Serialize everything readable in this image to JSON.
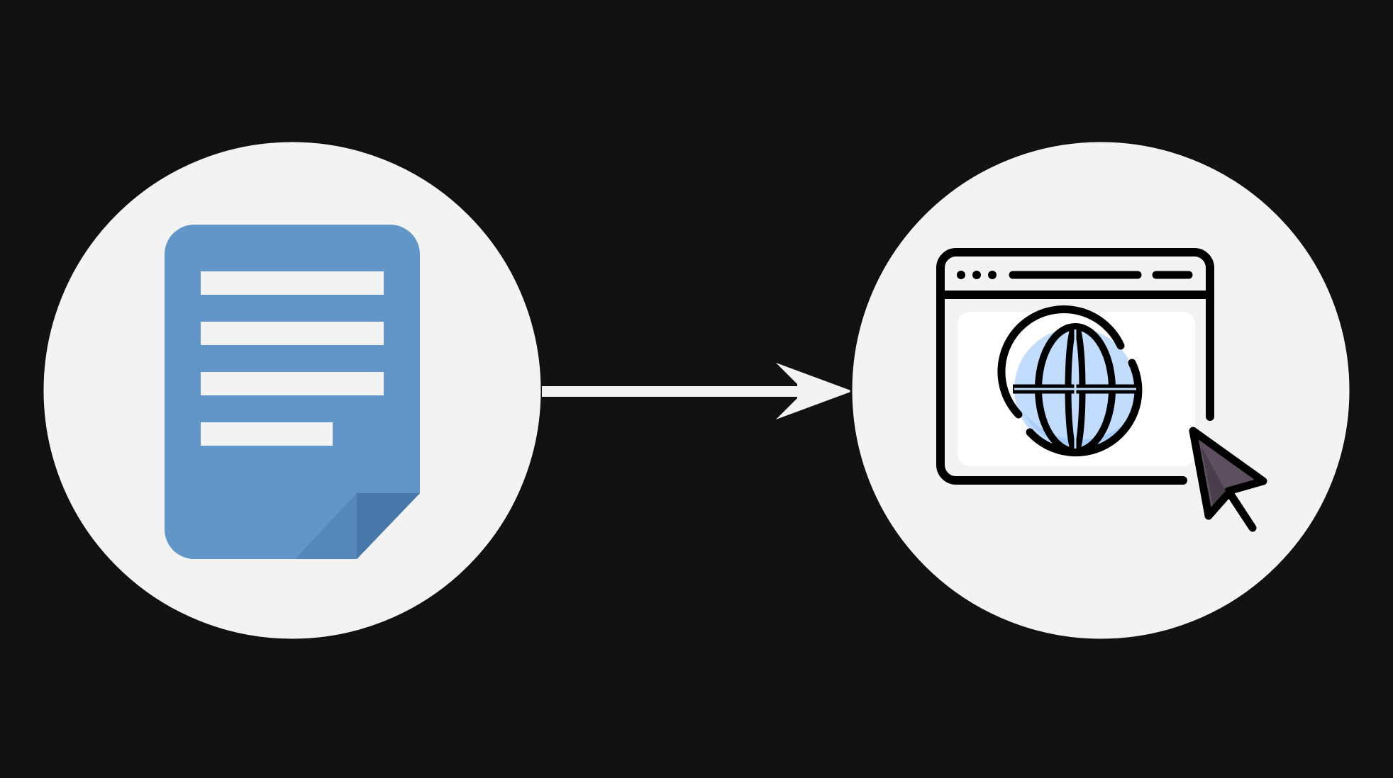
{
  "diagram": {
    "nodes": [
      {
        "id": "document",
        "icon": "document-icon"
      },
      {
        "id": "browser",
        "icon": "browser-window-icon"
      }
    ],
    "edges": [
      {
        "from": "document",
        "to": "browser",
        "style": "arrow"
      }
    ]
  },
  "colors": {
    "background": "#121212",
    "circle_fill": "#f3f3f3",
    "circle_stroke": "#111111",
    "document_blue": "#6396c8",
    "document_fold_dark": "#4878aa",
    "document_fold_light": "#5687bb",
    "document_lines": "#f3f3f3",
    "globe_blue": "#c1dcfd",
    "globe_blue_dark": "#a9cdfa",
    "cursor_fill": "#5d4f5f",
    "cursor_fill_dark": "#4a3e4c",
    "outline": "#000000",
    "arrow": "#f3f3f3"
  }
}
